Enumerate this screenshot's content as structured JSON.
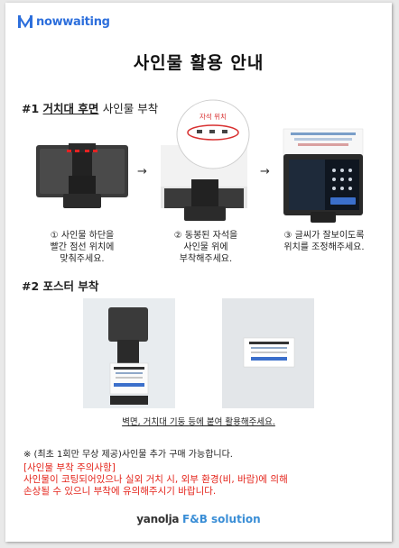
{
  "brand": {
    "name": "nowwaiting",
    "color": "#2d6fdc"
  },
  "title": "사인물 활용 안내",
  "section1": {
    "num": "#1",
    "underlined": "거치대 후면",
    "rest": "사인물 부착"
  },
  "step_arrow": "→",
  "magnet_label": "자석 위치",
  "steps": [
    {
      "line1": "① 사인물 하단을",
      "line2": "빨간 점선 위치에",
      "line3": "맞춰주세요."
    },
    {
      "line1": "② 동봉된 자석을",
      "line2": "사인물 위에",
      "line3": "부착해주세요."
    },
    {
      "line1": "③ 글씨가 잘보이도록",
      "line2": "위치를 조정해주세요."
    }
  ],
  "section2": "#2 포스터 부착",
  "poster_caption": "벽면, 거치대 기둥 등에 붙여 활용해주세요.",
  "note": "※ (최초 1회만 무상 제공)사인물 추가 구매 가능합니다.",
  "warning": {
    "title": "[사인물 부착 주의사항]",
    "line1": "사인물이 코팅되어있으나 실외 거치 시, 외부 환경(비, 바람)에 의해",
    "line2": "손상될 수 있으니 부착에 유의해주시기 바랍니다.",
    "color": "#e4241b"
  },
  "footer": {
    "part1": "yanolja",
    "part2": "F&B solution"
  }
}
